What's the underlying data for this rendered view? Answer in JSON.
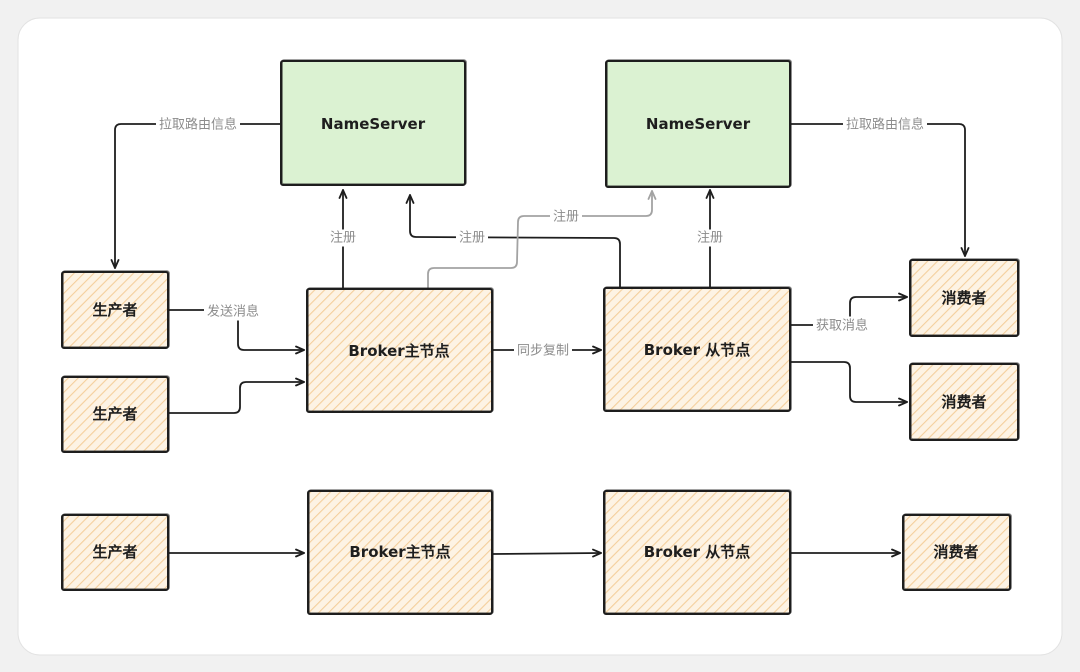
{
  "colors": {
    "page_background": "#f1f1f1",
    "card": "#ffffff",
    "nameserver_fill": "#dbf2d2",
    "node_fill": "#fdf3e4",
    "node_hatch": "#f4cf9c",
    "stroke": "#1e1e1e",
    "edge_label": "#8c8c8c",
    "secondary_edge": "#a3a3a3"
  },
  "nodes": {
    "nameserver_left": "NameServer",
    "nameserver_right": "NameServer",
    "producer_1": "生产者",
    "producer_2": "生产者",
    "broker_master_top": "Broker主节点",
    "broker_slave_top": "Broker 从节点",
    "consumer_1": "消费者",
    "consumer_2": "消费者",
    "producer_3": "生产者",
    "broker_master_bottom": "Broker主节点",
    "broker_slave_bottom": "Broker 从节点",
    "consumer_3": "消费者"
  },
  "edge_labels": {
    "pull_route_left": "拉取路由信息",
    "pull_route_right": "拉取路由信息",
    "register_master": "注册",
    "register_slave_left": "注册",
    "register_master_right": "注册",
    "register_slave_right": "注册",
    "send_message": "发送消息",
    "sync_replication": "同步复制",
    "fetch_message": "获取消息"
  }
}
